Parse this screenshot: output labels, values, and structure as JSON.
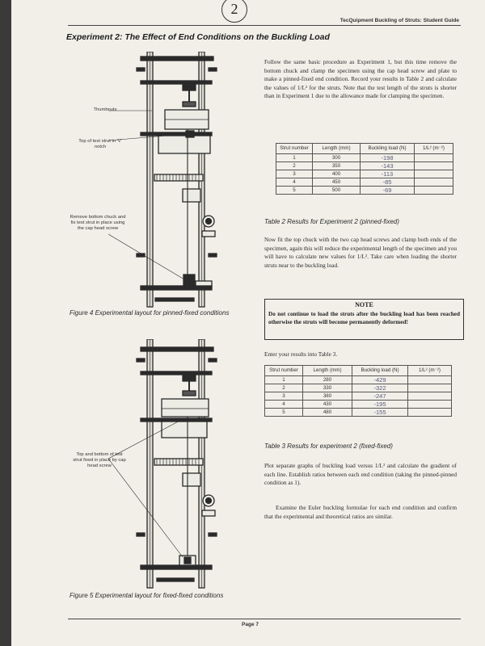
{
  "page_marker": "2",
  "header": {
    "running_title": "TecQuipment Buckling of Struts: Student Guide"
  },
  "title": "Experiment 2: The Effect of End Conditions on the Buckling Load",
  "intro_paragraph": "Follow the same basic procedure as Experiment 1, but this time remove the bottom chuck and clamp the specimen using the cap head screw and plate to make a pinned-fixed end condition. Record your results in Table 2 and calculate the values of 1/L² for the struts. Note that the test length of the struts is shorter than in Experiment 1 due to the allowance made for clamping the specimen.",
  "figure4": {
    "label_thumbnuts": "Thumbnuts",
    "label_top_strut": "Top of test strut in 'V' notch",
    "label_remove_chuck": "Remove bottom chuck and fix test strut in place using the cap head screw",
    "caption": "Figure 4 Experimental layout for pinned-fixed conditions"
  },
  "table2": {
    "headers": [
      "Strut number",
      "Length (mm)",
      "Buckling load (N)",
      "1/L² (m⁻²)"
    ],
    "rows": [
      {
        "n": "1",
        "length": "300",
        "load": "-198",
        "inv": ""
      },
      {
        "n": "2",
        "length": "350",
        "load": "-143",
        "inv": ""
      },
      {
        "n": "3",
        "length": "400",
        "load": "-113",
        "inv": ""
      },
      {
        "n": "4",
        "length": "450",
        "load": "-85",
        "inv": ""
      },
      {
        "n": "5",
        "length": "500",
        "load": "-69",
        "inv": ""
      }
    ],
    "caption": "Table 2 Results for Experiment 2 (pinned-fixed)"
  },
  "second_paragraph": "Now fit the top chuck with the two cap head screws and clamp both ends of the specimen, again this will reduce the experimental length of the specimen and you will have to calculate new values for 1/L². Take care when loading the shorter struts near to the buckling load.",
  "note": {
    "title": "NOTE",
    "text": "Do not continue to load the struts after the buckling load has been reached otherwise the struts will become permanently deformed!"
  },
  "enter_results": "Enter your results into Table 3.",
  "table3": {
    "headers": [
      "Strut number",
      "Length (mm)",
      "Buckling load (N)",
      "1/L² (m⁻²)"
    ],
    "rows": [
      {
        "n": "1",
        "length": "280",
        "load": "-429",
        "inv": ""
      },
      {
        "n": "2",
        "length": "330",
        "load": "-322",
        "inv": ""
      },
      {
        "n": "3",
        "length": "380",
        "load": "-247",
        "inv": ""
      },
      {
        "n": "4",
        "length": "430",
        "load": "-195",
        "inv": ""
      },
      {
        "n": "5",
        "length": "480",
        "load": "-155",
        "inv": ""
      }
    ],
    "caption": "Table 3 Results for experiment 2 (fixed-fixed)"
  },
  "plot_paragraph": "Plot separate graphs of buckling load versus 1/L² and calculate the gradient of each line. Establish ratios between each end condition (taking the pinned-pinned condition as 1).",
  "euler_paragraph": "Examine the Euler buckling formulae for each end condition and confirm that the experimental and theoretical ratios are similar.",
  "figure5": {
    "label_top_bottom": "Top and bottom of test strut fixed in place by cap head screw",
    "caption": "Figure 5 Experimental layout for fixed-fixed conditions"
  },
  "footer": {
    "page": "Page 7"
  }
}
